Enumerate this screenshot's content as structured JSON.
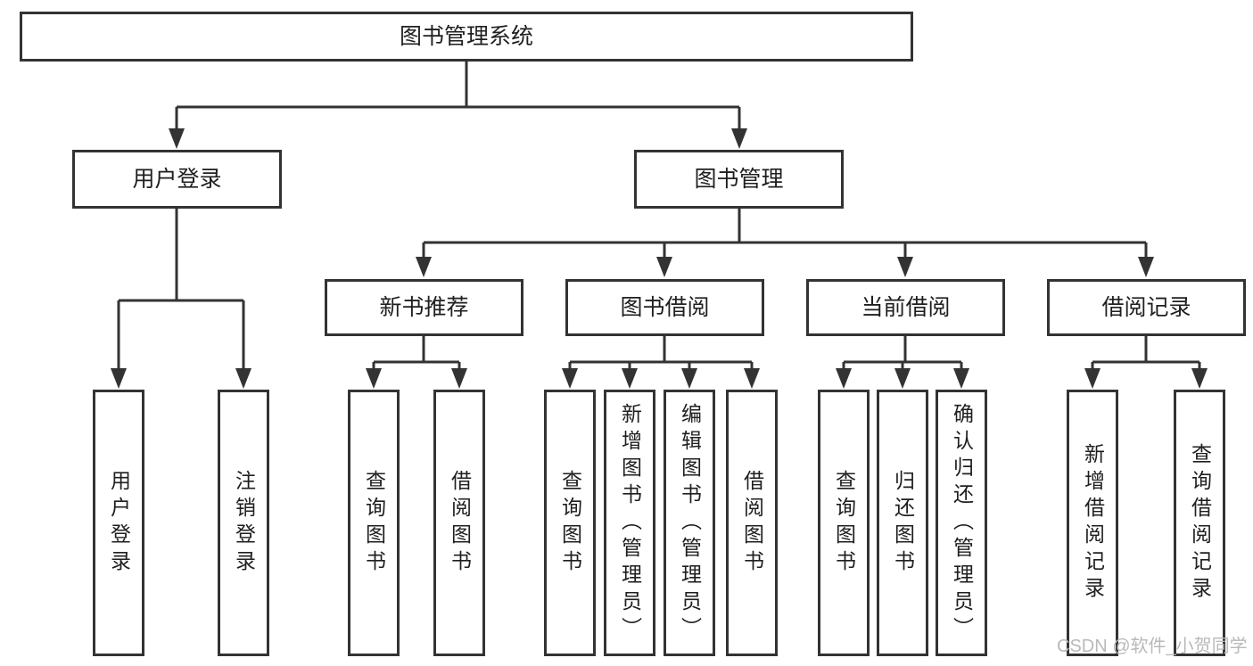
{
  "colors": {
    "line": "#333333",
    "box_border": "#333333",
    "text": "#1f1f1f",
    "watermark": "#b9b9b9",
    "background": "#ffffff"
  },
  "watermark": {
    "text": "CSDN @软件_小贺同学"
  },
  "tree": {
    "label": "图书管理系统",
    "children": [
      {
        "label": "用户登录",
        "children": [
          {
            "label": "用户登录"
          },
          {
            "label": "注销登录"
          }
        ]
      },
      {
        "label": "图书管理",
        "children": [
          {
            "label": "新书推荐",
            "children": [
              {
                "label": "查询图书"
              },
              {
                "label": "借阅图书"
              }
            ]
          },
          {
            "label": "图书借阅",
            "children": [
              {
                "label": "查询图书"
              },
              {
                "label": "新增图书（管理员）"
              },
              {
                "label": "编辑图书（管理员）"
              },
              {
                "label": "借阅图书"
              }
            ]
          },
          {
            "label": "当前借阅",
            "children": [
              {
                "label": "查询图书"
              },
              {
                "label": "归还图书"
              },
              {
                "label": "确认归还（管理员）"
              }
            ]
          },
          {
            "label": "借阅记录",
            "children": [
              {
                "label": "新增借阅记录"
              },
              {
                "label": "查询借阅记录"
              }
            ]
          }
        ]
      }
    ]
  }
}
